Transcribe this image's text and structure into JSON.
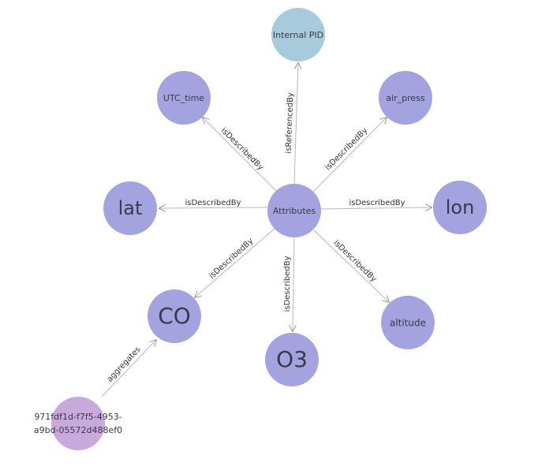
{
  "graph": {
    "nodes": [
      {
        "id": "attributes",
        "label": "Attributes",
        "color": "#a3a3df"
      },
      {
        "id": "pid",
        "label": "Internal PID",
        "color": "#a8cbdc"
      },
      {
        "id": "utc",
        "label": "UTC_time",
        "color": "#a3a3df"
      },
      {
        "id": "air",
        "label": "air_press",
        "color": "#a3a3df"
      },
      {
        "id": "lat",
        "label": "lat",
        "color": "#a3a3df"
      },
      {
        "id": "lon",
        "label": "lon",
        "color": "#a3a3df"
      },
      {
        "id": "co",
        "label": "CO",
        "color": "#a3a3df"
      },
      {
        "id": "o3",
        "label": "O3",
        "color": "#a3a3df"
      },
      {
        "id": "alt",
        "label": "altitude",
        "color": "#a3a3df"
      },
      {
        "id": "agg",
        "label_line1": "971fdf1d-f7f5-4953-",
        "label_line2": "a9bd-05572d488ef0",
        "color": "#c9a8dc"
      }
    ],
    "edges": [
      {
        "id": "e-pid",
        "from": "attributes",
        "to": "pid",
        "label": "isReferencedBy"
      },
      {
        "id": "e-utc",
        "from": "attributes",
        "to": "utc",
        "label": "isDescribedBy"
      },
      {
        "id": "e-air",
        "from": "attributes",
        "to": "air",
        "label": "isDescribedBy"
      },
      {
        "id": "e-lat",
        "from": "attributes",
        "to": "lat",
        "label": "isDescribedBy"
      },
      {
        "id": "e-lon",
        "from": "attributes",
        "to": "lon",
        "label": "isDescribedBy"
      },
      {
        "id": "e-co",
        "from": "attributes",
        "to": "co",
        "label": "isDescribedBy"
      },
      {
        "id": "e-o3",
        "from": "attributes",
        "to": "o3",
        "label": "isDescribedBy"
      },
      {
        "id": "e-alt",
        "from": "attributes",
        "to": "alt",
        "label": "isDescribedBy"
      },
      {
        "id": "e-agg",
        "from": "agg",
        "to": "co",
        "label": "aggregates"
      }
    ]
  }
}
